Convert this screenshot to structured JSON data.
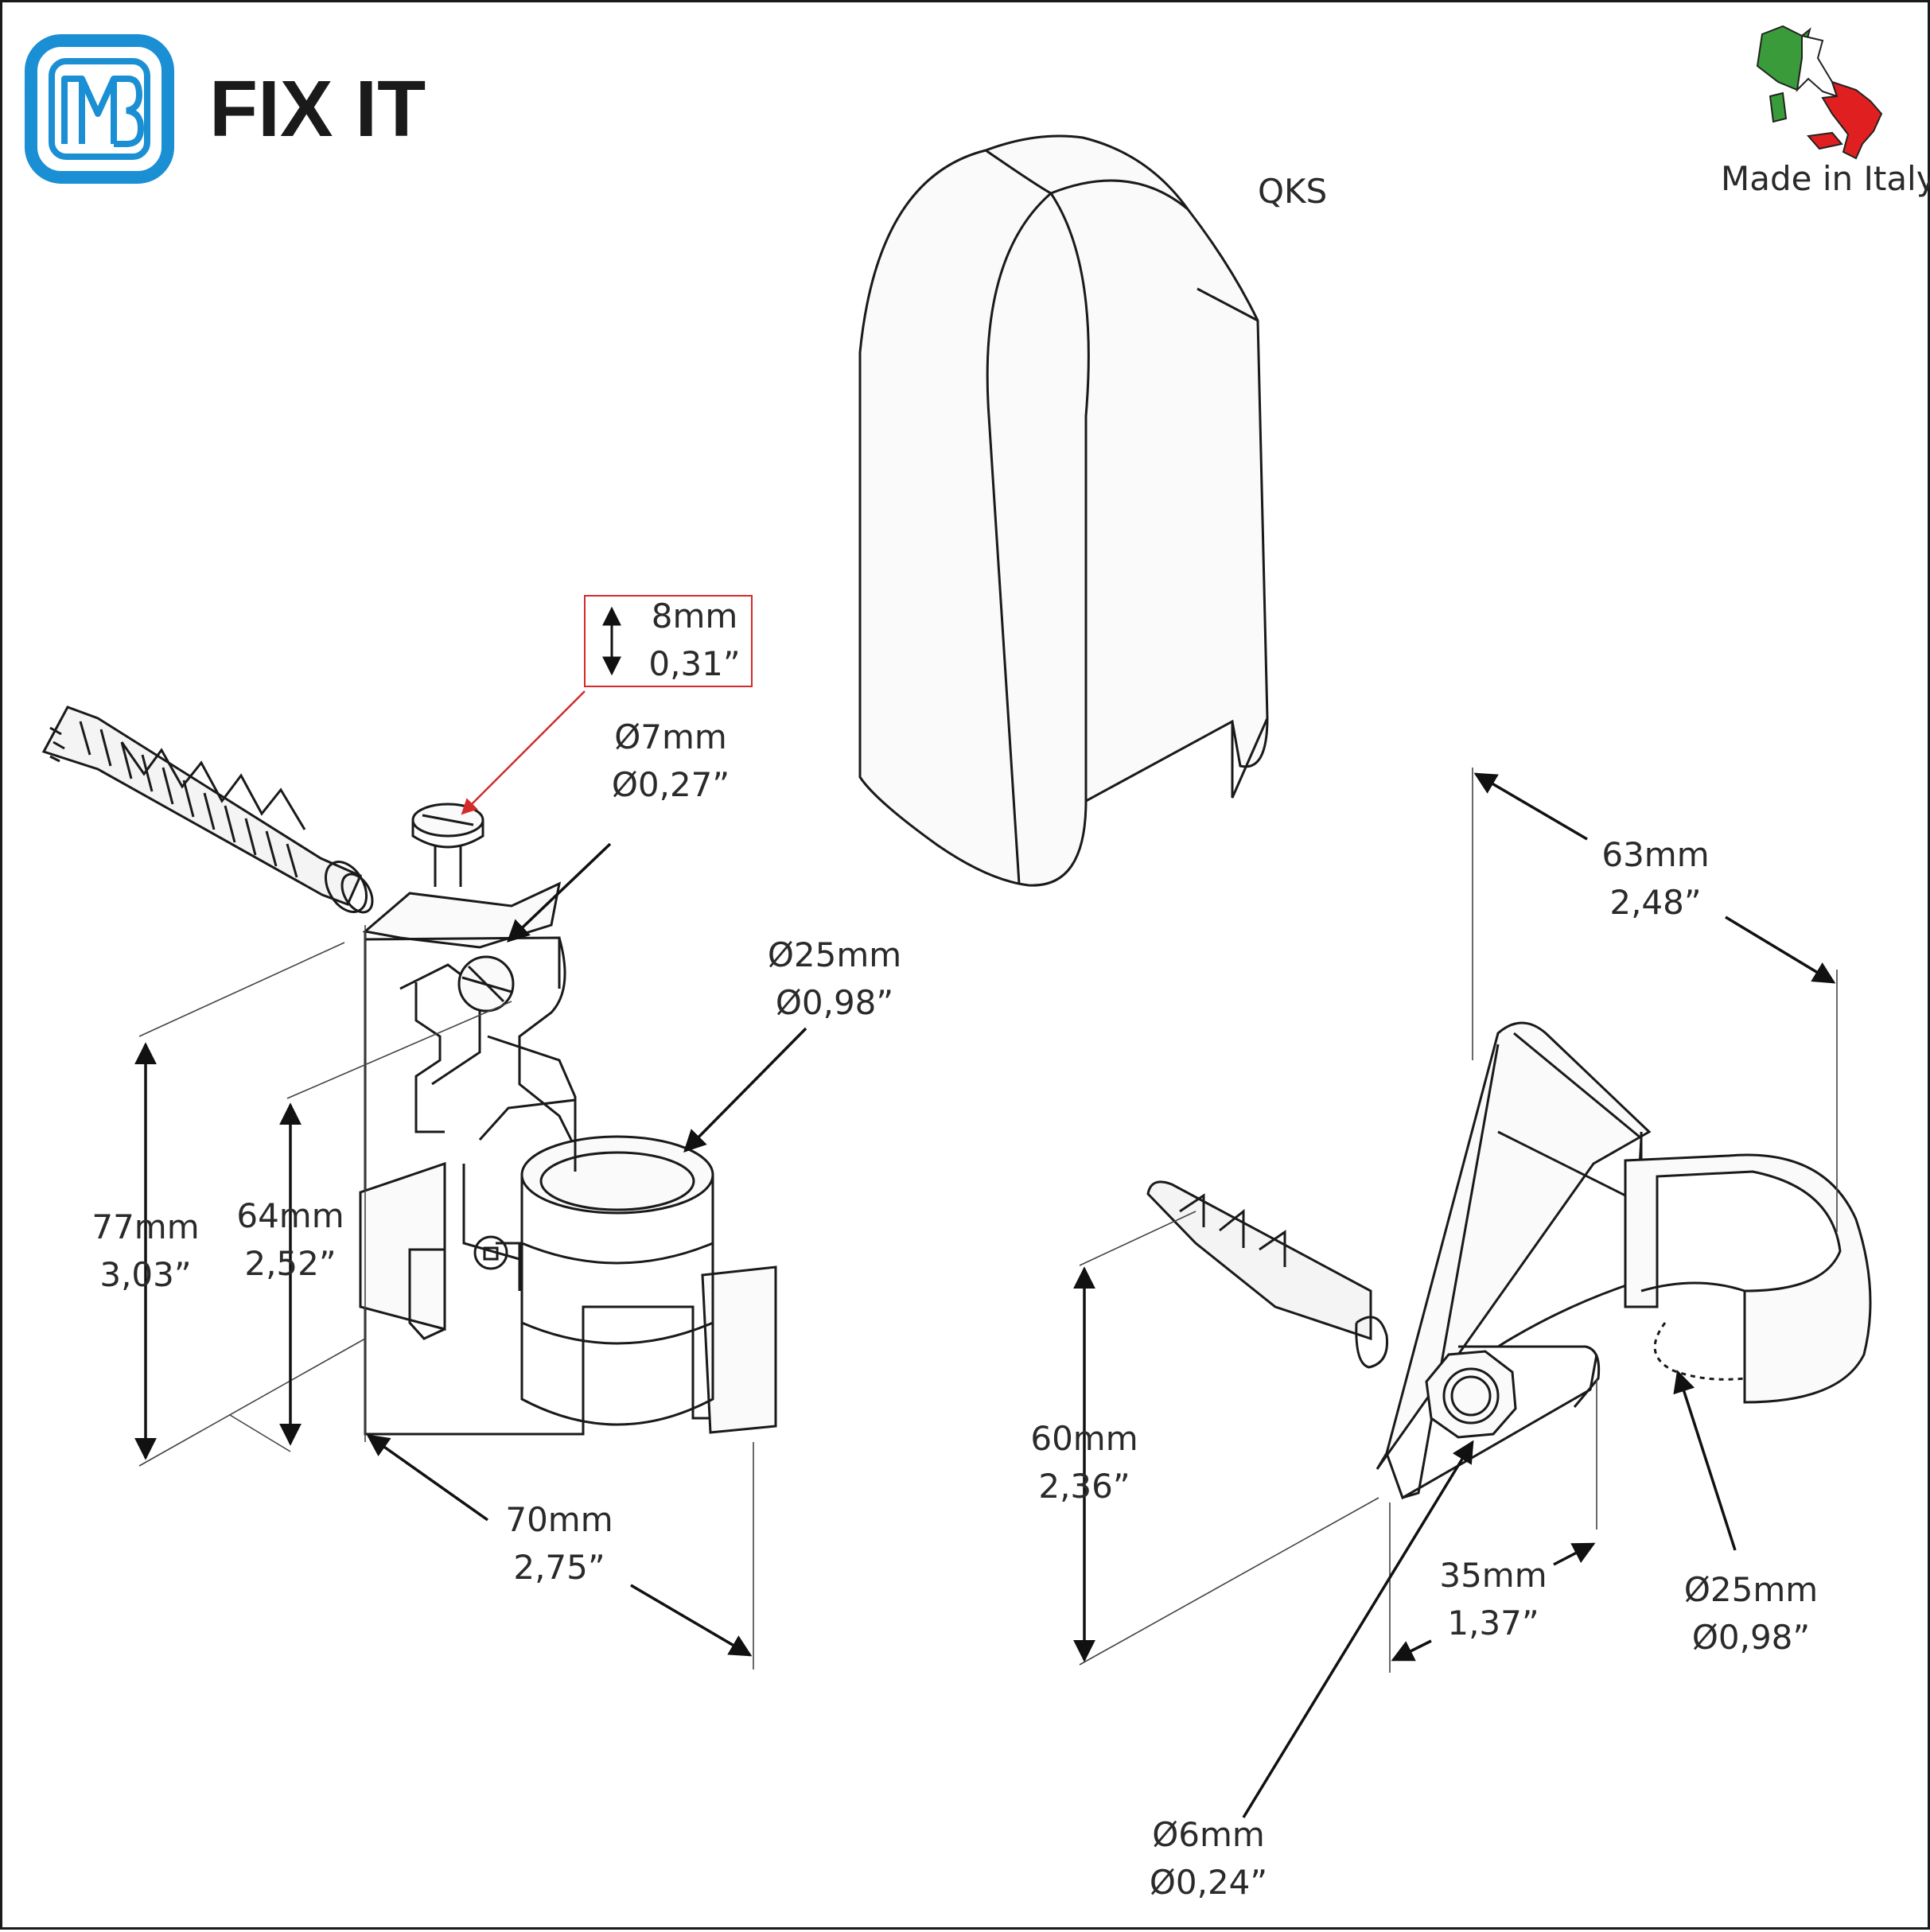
{
  "brand": {
    "logo_text": "MB",
    "product_name": "FIX IT",
    "accent": "#1a8fd3"
  },
  "origin": {
    "label": "Made in Italy",
    "flag_colors": [
      "#3a9b3a",
      "#ffffff",
      "#e02020"
    ]
  },
  "model": {
    "code": "QKS"
  },
  "dimensions": {
    "screw_travel": {
      "mm": "8mm",
      "in": "0,31”",
      "highlight": "#d42a2a"
    },
    "screw_dia": {
      "mm": "Ø7mm",
      "in": "Ø0,27”"
    },
    "tube_dia_left": {
      "mm": "Ø25mm",
      "in": "Ø0,98”"
    },
    "height_total": {
      "mm": "77mm",
      "in": "3,03”"
    },
    "height_inner": {
      "mm": "64mm",
      "in": "2,52”"
    },
    "width_left": {
      "mm": "70mm",
      "in": "2,75”"
    },
    "width_right": {
      "mm": "63mm",
      "in": "2,48”"
    },
    "height_right": {
      "mm": "60mm",
      "in": "2,36”"
    },
    "depth_right": {
      "mm": "35mm",
      "in": "1,37”"
    },
    "tube_dia_right": {
      "mm": "Ø25mm",
      "in": "Ø0,98”"
    },
    "bolt_dia": {
      "mm": "Ø6mm",
      "in": "Ø0,24”"
    }
  }
}
